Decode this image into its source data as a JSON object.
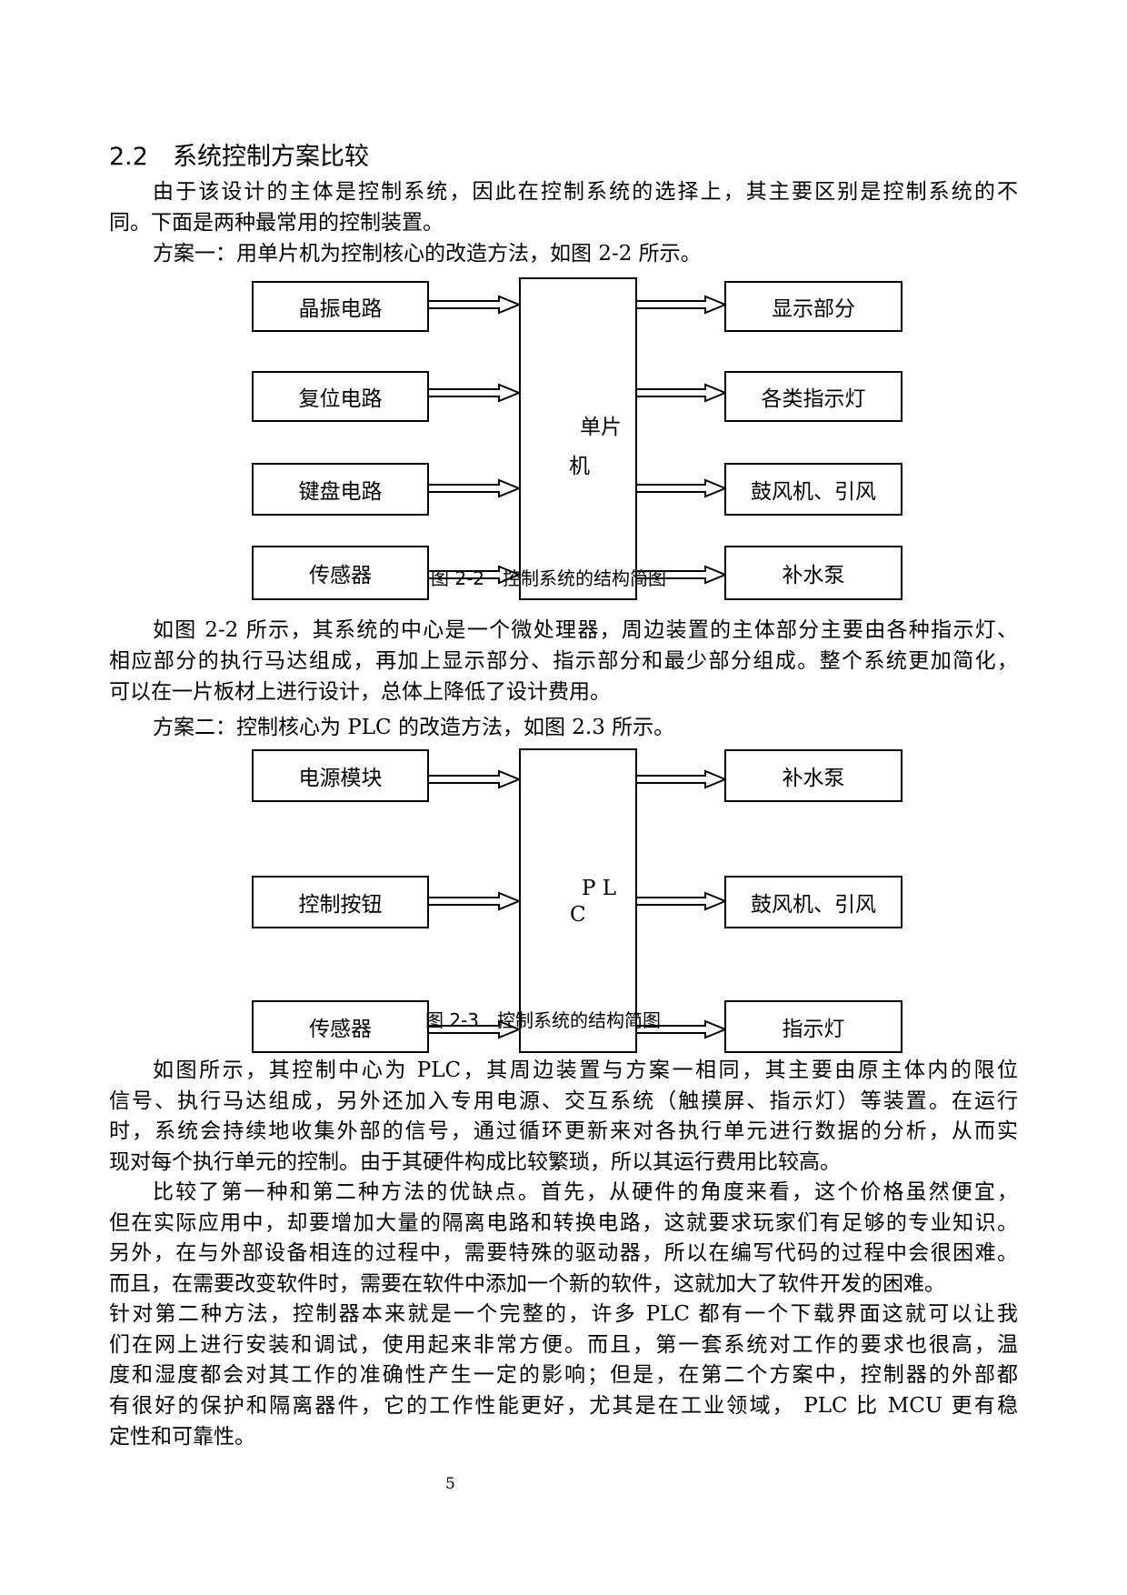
{
  "heading": "2.2　系统控制方案比较",
  "para1": [
    "由于该设计的主体是控制系统，因此在控制系统的选择上，其主要区别是控制系统的不",
    "同。下面是两种最常用的控制装置。",
    "方案一：用单片机为控制核心的改造方法，如图 2-2 所示。"
  ],
  "figure1": {
    "inputs": [
      "晶振电路",
      "复位电路",
      "键盘电路",
      "传感器"
    ],
    "core_line1": "单片",
    "core_line2": "机",
    "outputs": [
      "显示部分",
      "各类指示灯",
      "鼓风机、引风",
      "补水泵"
    ],
    "caption": "图 2-2　控制系统的结构简图"
  },
  "para2": [
    "如图 2-2 所示，其系统的中心是一个微处理器，周边装置的主体部分主要由各种指示灯、",
    "相应部分的执行马达组成，再加上显示部分、指示部分和最少部分组成。整个系统更加简化，",
    "可以在一片板材上进行设计，总体上降低了设计费用。",
    "方案二：控制核心为 PLC 的改造方法，如图 2.3 所示。"
  ],
  "figure2": {
    "inputs": [
      "电源模块",
      "控制按钮",
      "传感器"
    ],
    "core_line1": "P L",
    "core_line2": "C",
    "outputs": [
      "补水泵",
      "鼓风机、引风",
      "指示灯"
    ],
    "caption": "图 2-3　控制系统的结构简图"
  },
  "para3": [
    "如图所示，其控制中心为 PLC，其周边装置与方案一相同，其主要由原主体内的限位",
    "信号、执行马达组成，另外还加入专用电源、交互系统（触摸屏、指示灯）等装置。在运行",
    "时，系统会持续地收集外部的信号，通过循环更新来对各执行单元进行数据的分析，从而实",
    "现对每个执行单元的控制。由于其硬件构成比较繁琐，所以其运行费用比较高。",
    "比较了第一种和第二种方法的优缺点。首先，从硬件的角度来看，这个价格虽然便宜，",
    "但在实际应用中，却要增加大量的隔离电路和转换电路，这就要求玩家们有足够的专业知识。",
    "另外，在与外部设备相连的过程中，需要特殊的驱动器，所以在编写代码的过程中会很困难。",
    "而且，在需要改变软件时，需要在软件中添加一个新的软件，这就加大了软件开发的困难。",
    "针对第二种方法，控制器本来就是一个完整的，许多 PLC 都有一个下载界面这就可以让我",
    "们在网上进行安装和调试，使用起来非常方便。而且，第一套系统对工作的要求也很高，温",
    "度和湿度都会对其工作的准确性产生一定的影响；但是，在第二个方案中，控制器的外部都",
    "有很好的保护和隔离器件，它的工作性能更好，尤其是在工业领域， PLC 比 MCU 更有稳",
    "定性和可靠性。"
  ],
  "page_number": "5"
}
